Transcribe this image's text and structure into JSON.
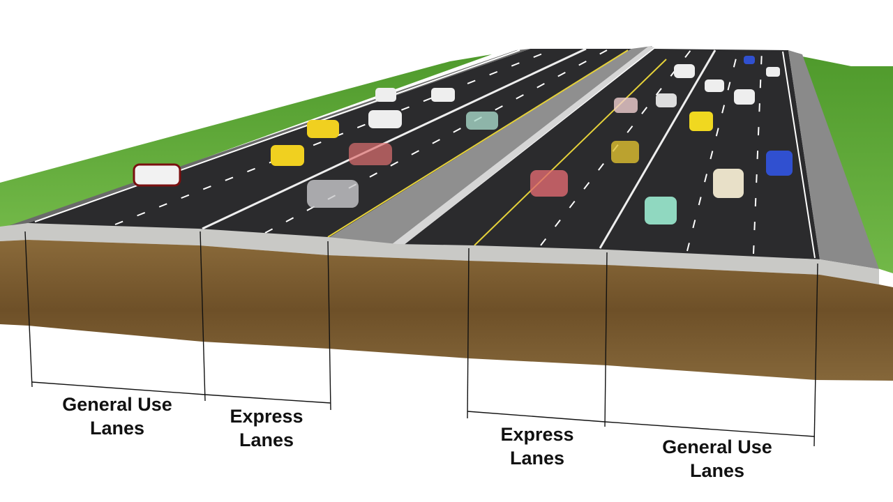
{
  "labels": [
    {
      "line1": "General Use",
      "line2": "Lanes"
    },
    {
      "line1": "Express",
      "line2": "Lanes"
    },
    {
      "line1": "Express",
      "line2": "Lanes"
    },
    {
      "line1": "General Use",
      "line2": "Lanes"
    }
  ],
  "colors": {
    "grass": "#5fa83a",
    "asphalt": "#2a2a2c",
    "median": "#8c8c8c",
    "curb": "#c9c9c6",
    "soil": "#7a5a30",
    "lane_marking": "#ffffff",
    "center_line": "#e6d23a"
  }
}
